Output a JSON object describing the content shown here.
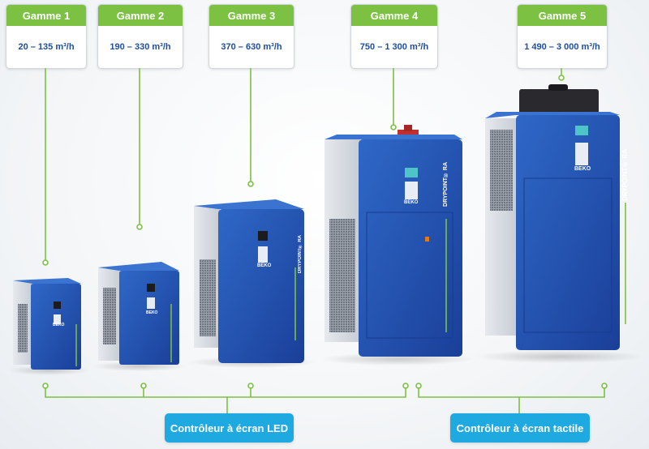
{
  "ranges": [
    {
      "label": "Gamme 1",
      "flow": "20 – 135 m³/h"
    },
    {
      "label": "Gamme 2",
      "flow": "190 – 330 m³/h"
    },
    {
      "label": "Gamme 3",
      "flow": "370 – 630 m³/h"
    },
    {
      "label": "Gamme 4",
      "flow": "750 – 1 300 m³/h"
    },
    {
      "label": "Gamme 5",
      "flow": "1 490 – 3 000 m³/h"
    }
  ],
  "controllers": {
    "led": "Contrôleur à écran LED",
    "touch": "Contrôleur à écran tactile"
  },
  "product": {
    "brand": "BEKO",
    "model": "DRYPOINT® RA"
  },
  "colors": {
    "accent_green": "#7cc142",
    "text_blue": "#1f4e9a",
    "body_blue": "#1d4fae",
    "button_blue": "#1fa9e1"
  }
}
